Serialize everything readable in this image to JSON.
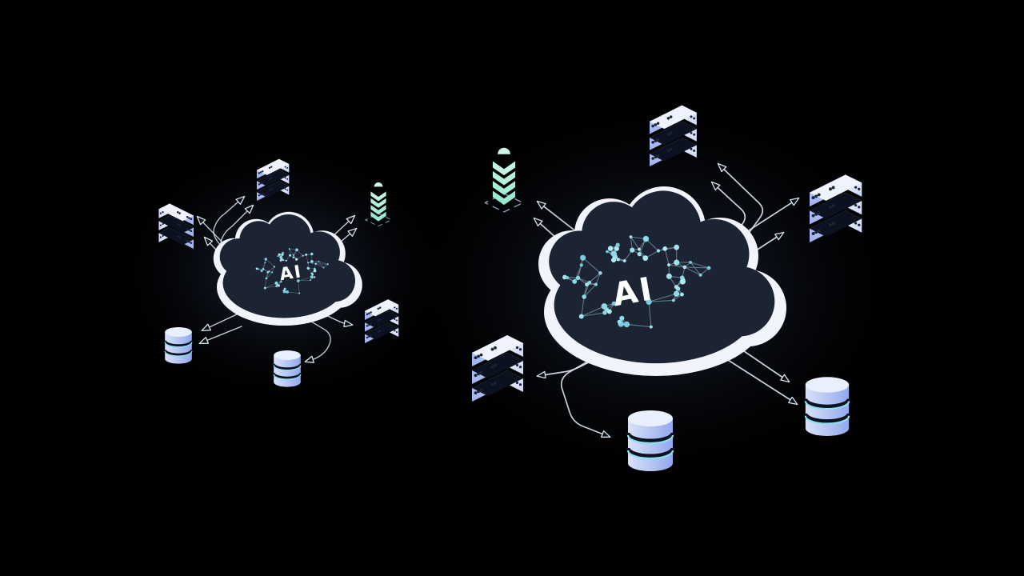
{
  "scene": {
    "background": "#000000"
  },
  "palette": {
    "background": "#000000",
    "glow_center": "#3b4a6b",
    "cloud_body": "#f1f4fa",
    "cloud_face": "#1c2433",
    "server_front": "#b6c4f2",
    "server_side": "#e7edfc",
    "server_top": "#eef3fd",
    "server_gap": "#0c1120",
    "database_body": "#b3c3f3",
    "database_top": "#e9f0fd",
    "database_accent": "#8ae0ee",
    "chevron_mint": "#b4f0dc",
    "arrow_line": "#d6e3ed",
    "network_node": "#8ed9e8",
    "label_color": "#ffffff"
  },
  "diagram_small": {
    "name": "ai-cloud-network-small",
    "ai_label": "AI",
    "icons": [
      "server-rack-top",
      "server-rack-left",
      "layer-stack-right",
      "server-rack-bottom-right",
      "database-bottom-left",
      "database-bottom-center"
    ]
  },
  "diagram_large": {
    "name": "ai-cloud-network-large",
    "ai_label": "AI",
    "icons": [
      "server-rack-top",
      "server-rack-right",
      "layer-stack-top-left",
      "server-rack-bottom-left",
      "database-bottom-center",
      "database-bottom-right"
    ]
  }
}
